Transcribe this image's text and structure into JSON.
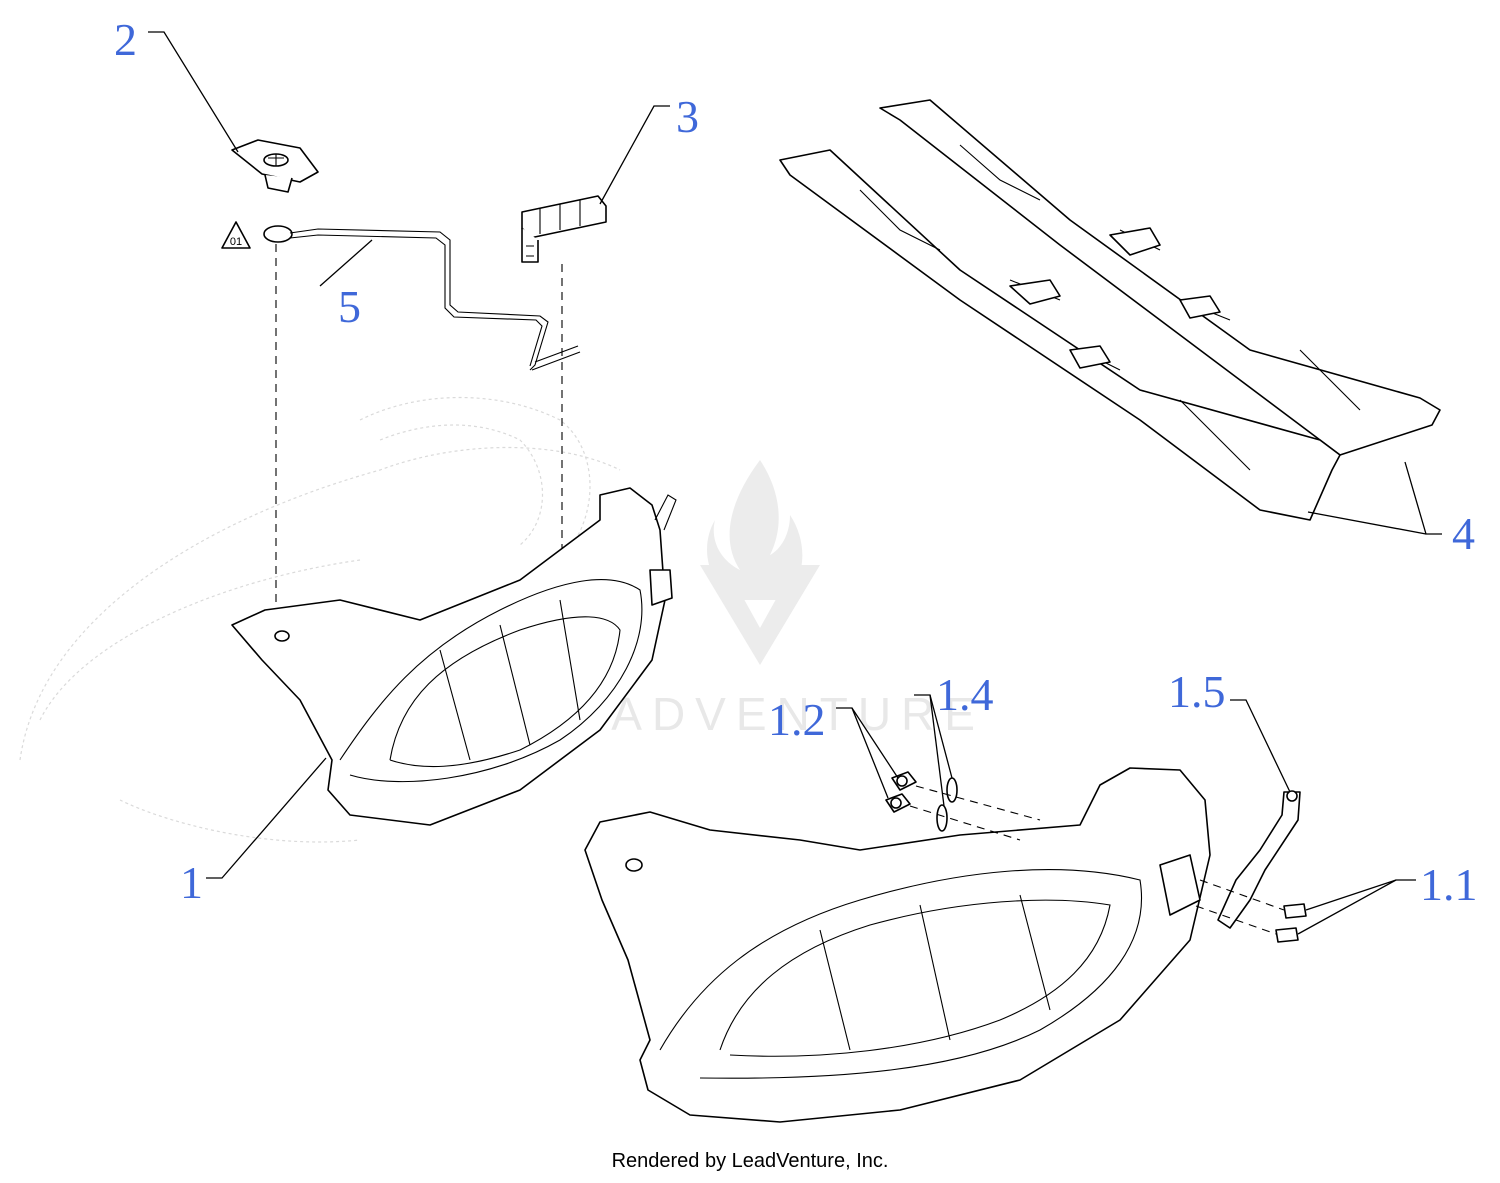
{
  "callouts": {
    "c1": "1",
    "c1_1": "1.1",
    "c1_2": "1.2",
    "c1_4": "1.4",
    "c1_5": "1.5",
    "c2": "2",
    "c3": "3",
    "c4": "4",
    "c5": "5"
  },
  "warning_symbol_text": "01",
  "watermark_text": "LEADVENTURE",
  "footer_text": "Rendered by LeadVenture, Inc.",
  "colors": {
    "callout": "#3f68d9",
    "line": "#000000",
    "watermark": "#e8e8e8"
  },
  "icons": {
    "warning": "warning-triangle-icon",
    "watermark_logo": "leadventure-flame-logo"
  }
}
